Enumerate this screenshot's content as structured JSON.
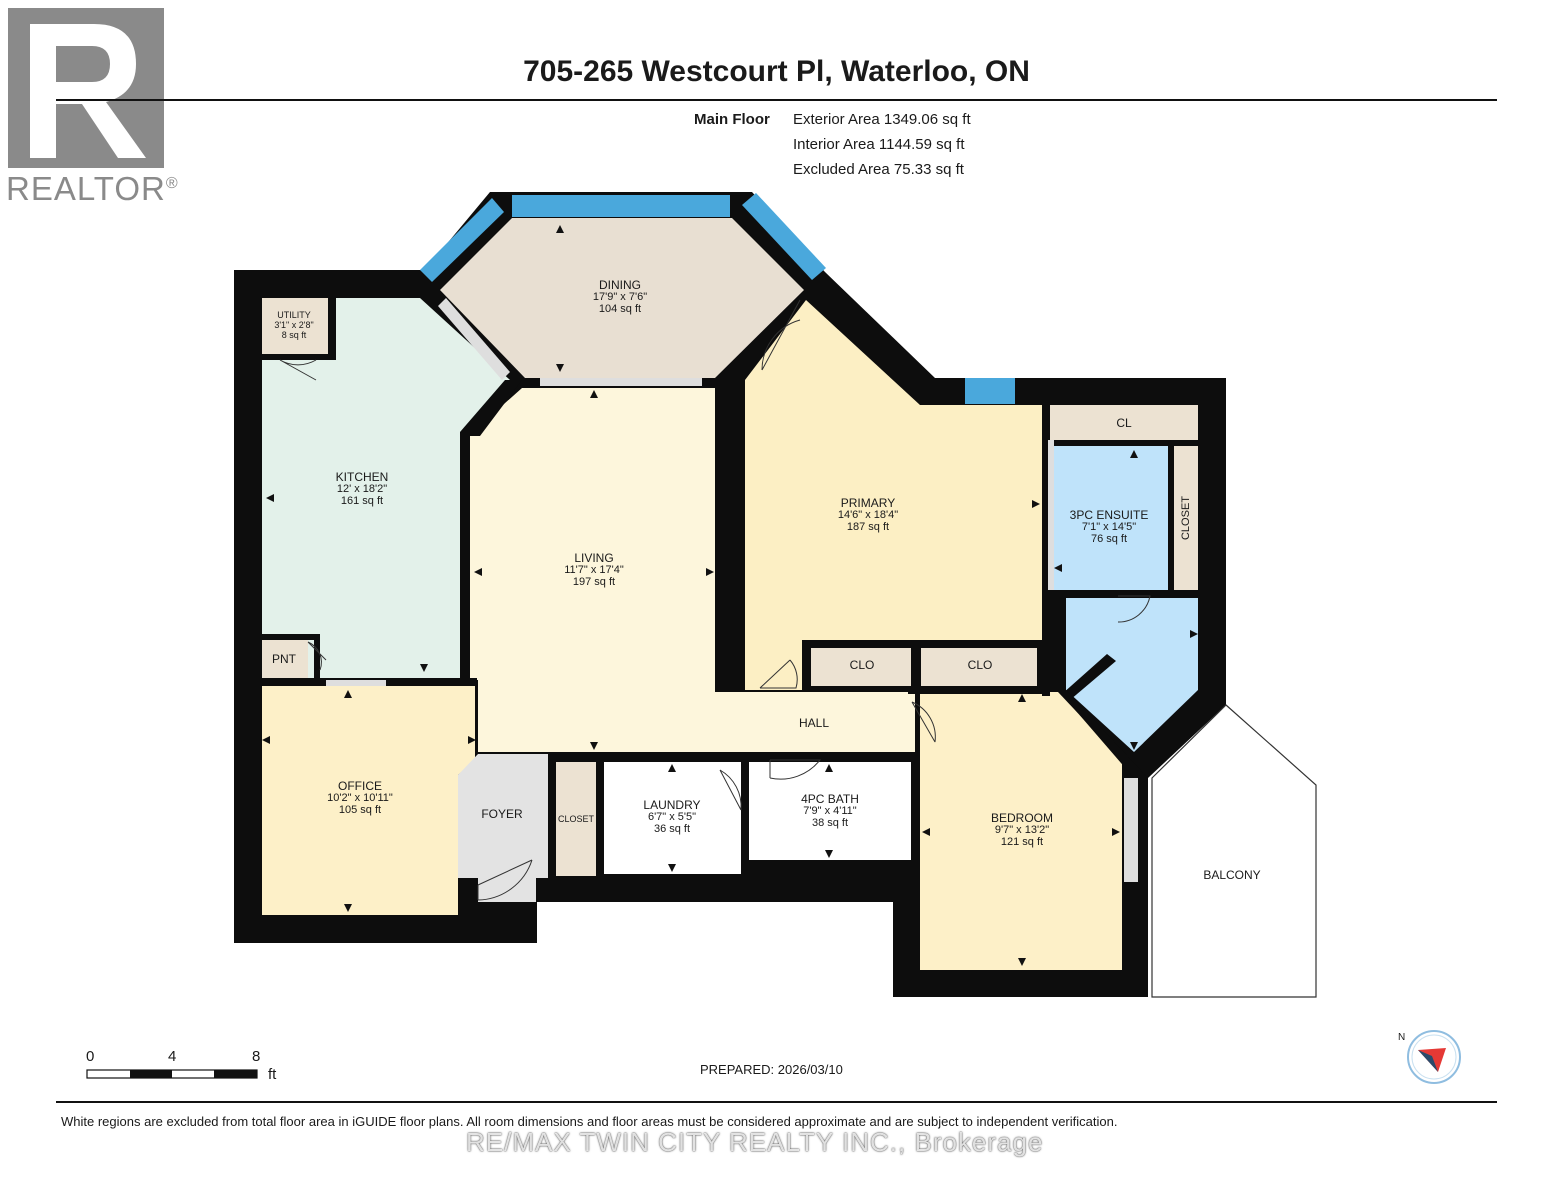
{
  "header": {
    "title": "705-265 Westcourt Pl, Waterloo, ON",
    "floor_label": "Main Floor",
    "exterior_area": "Exterior Area 1349.06 sq ft",
    "interior_area": "Interior Area 1144.59 sq ft",
    "excluded_area": "Excluded Area 75.33 sq ft"
  },
  "logo": {
    "text": "REALTOR",
    "reg_mark": "®"
  },
  "rooms": {
    "dining": {
      "name": "DINING",
      "dims": "17'9\" x 7'6\"",
      "area": "104 sq ft"
    },
    "utility": {
      "name": "UTILITY",
      "dims": "3'1\" x 2'8\"",
      "area": "8 sq ft"
    },
    "kitchen": {
      "name": "KITCHEN",
      "dims": "12' x 18'2\"",
      "area": "161 sq ft"
    },
    "living": {
      "name": "LIVING",
      "dims": "11'7\" x 17'4\"",
      "area": "197 sq ft"
    },
    "primary": {
      "name": "PRIMARY",
      "dims": "14'6\" x 18'4\"",
      "area": "187 sq ft"
    },
    "ensuite": {
      "name": "3PC ENSUITE",
      "dims": "7'1\" x 14'5\"",
      "area": "76 sq ft"
    },
    "office": {
      "name": "OFFICE",
      "dims": "10'2\" x 10'11\"",
      "area": "105 sq ft"
    },
    "laundry": {
      "name": "LAUNDRY",
      "dims": "6'7\" x 5'5\"",
      "area": "36 sq ft"
    },
    "bath4": {
      "name": "4PC BATH",
      "dims": "7'9\" x 4'11\"",
      "area": "38 sq ft"
    },
    "bedroom": {
      "name": "BEDROOM",
      "dims": "9'7\" x 13'2\"",
      "area": "121 sq ft"
    }
  },
  "labels": {
    "cl": "CL",
    "closet_vertical": "CLOSET",
    "pnt": "PNT",
    "clo1": "CLO",
    "clo2": "CLO",
    "hall": "HALL",
    "foyer": "FOYER",
    "closet_foyer": "CLOSET",
    "balcony": "BALCONY"
  },
  "scale": {
    "ticks": [
      "0",
      "4",
      "8"
    ],
    "unit": "ft"
  },
  "compass": {
    "label": "N"
  },
  "footer": {
    "prepared": "PREPARED: 2026/03/10",
    "disclaimer": "White regions are excluded from total floor area in iGUIDE floor plans. All room dimensions and floor areas must be considered approximate and are subject to independent verification.",
    "watermark": "RE/MAX TWIN CITY REALTY INC., Brokerage"
  },
  "colors": {
    "wall": "#0d0d0d",
    "window": "#4aa8dc",
    "dining_fill": "#e8dfd2",
    "kitchen_fill": "#e3f1ea",
    "living_fill": "#fdf6dc",
    "primary_fill": "#fcefc4",
    "ensuite_fill": "#bfe3fa",
    "office_fill": "#fdf0c8",
    "bedroom_fill": "#fdf0c8",
    "closet_fill": "#ece2d2",
    "foyer_fill": "#e3e3e3",
    "utility_fill": "#ece2d2",
    "compass_accent": "#e53935"
  }
}
